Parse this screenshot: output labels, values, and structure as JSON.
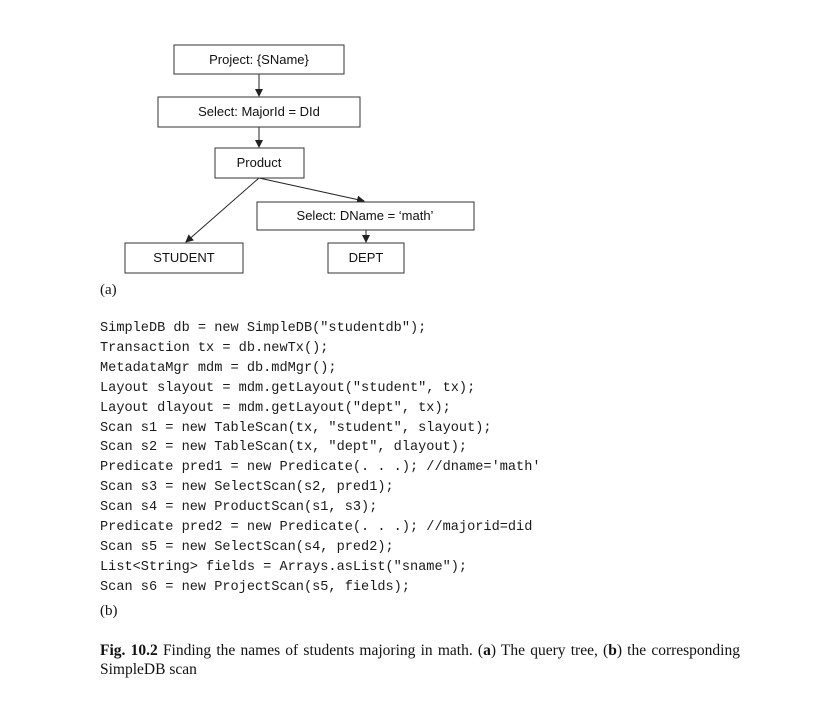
{
  "tree": {
    "project": "Project: {SName}",
    "select_major": "Select: MajorId = DId",
    "product": "Product",
    "select_dname": "Select: DName = ‘math’",
    "student": "STUDENT",
    "dept": "DEPT"
  },
  "label_a": "(a)",
  "code_lines": [
    "SimpleDB db = new SimpleDB(\"studentdb\");",
    "Transaction tx = db.newTx();",
    "MetadataMgr mdm = db.mdMgr();",
    "Layout slayout = mdm.getLayout(\"student\", tx);",
    "Layout dlayout = mdm.getLayout(\"dept\", tx);",
    "Scan s1 = new TableScan(tx, \"student\", slayout);",
    "Scan s2 = new TableScan(tx, \"dept\", dlayout);",
    "Predicate pred1 = new Predicate(. . .); //dname='math'",
    "Scan s3 = new SelectScan(s2, pred1);",
    "Scan s4 = new ProductScan(s1, s3);",
    "Predicate pred2 = new Predicate(. . .); //majorid=did",
    "Scan s5 = new SelectScan(s4, pred2);",
    "List<String> fields = Arrays.asList(\"sname\");",
    "Scan s6 = new ProjectScan(s5, fields);"
  ],
  "label_b": "(b)",
  "caption": {
    "fig": "Fig. 10.2",
    "text1": "Finding the names of students majoring in math. (",
    "a": "a",
    "text2": ") The query tree, (",
    "b": "b",
    "text3": ") the corresponding SimpleDB scan"
  }
}
